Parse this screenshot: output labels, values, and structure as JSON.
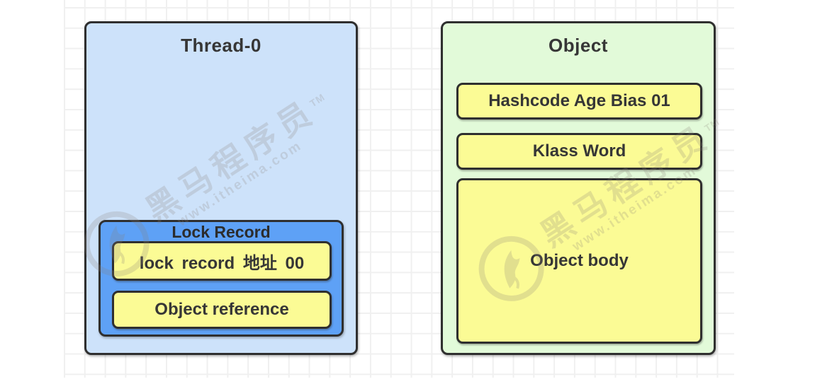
{
  "diagram": {
    "thread_box": {
      "title": "Thread-0",
      "lock_record": {
        "title": "Lock Record",
        "cells": [
          "lock record 地址 00",
          "Object reference"
        ]
      }
    },
    "object_box": {
      "title": "Object",
      "cells": [
        "Hashcode Age Bias 01",
        "Klass Word",
        "Object body"
      ]
    },
    "watermark": {
      "brand": "黑马程序员",
      "trademark": "TM",
      "url": "www.itheima.com"
    },
    "colors": {
      "thread_box_fill": "#cde2fa",
      "lock_record_fill": "#5ea1f6",
      "cell_fill": "#fbfb95",
      "object_box_fill": "#e2fad9",
      "border": "#2f2f2f",
      "text": "#363636",
      "grid_line": "#f0f0f0"
    }
  }
}
